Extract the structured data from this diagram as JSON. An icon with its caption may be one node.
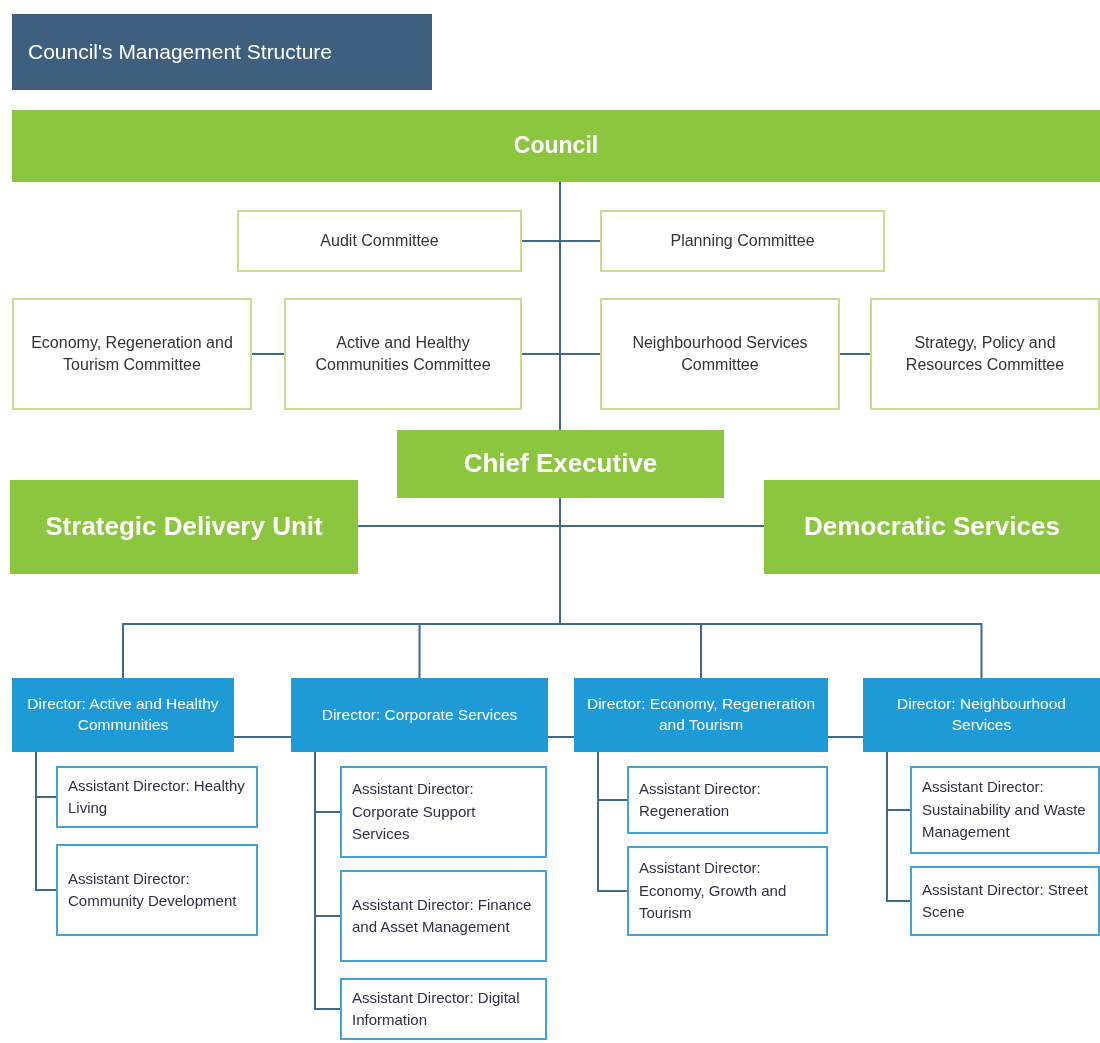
{
  "diagram": {
    "title": "Council's Management Structure",
    "nodes": [
      {
        "text": [
          "Council"
        ]
      },
      {
        "text": [
          "Audit Committee"
        ]
      },
      {
        "text": [
          "Planning Committee"
        ]
      },
      {
        "text": [
          "Economy, Regeneration and Tourism Committee"
        ]
      },
      {
        "text": [
          "Active and Healthy Communities Committee"
        ]
      },
      {
        "text": [
          "Neighbourhood Services Committee"
        ]
      },
      {
        "text": [
          "Strategy, Policy and Resources Committee"
        ]
      },
      {
        "text": [
          "Chief Executive"
        ]
      },
      {
        "text": [
          "Strategic Delivery Unit"
        ]
      },
      {
        "text": [
          "Democratic Services"
        ]
      },
      {
        "text": [
          "Director: Active and Healthy Communities"
        ]
      },
      {
        "text": [
          "Director: Corporate Services"
        ]
      },
      {
        "text": [
          "Director: Economy, Regeneration and Tourism"
        ]
      },
      {
        "text": [
          "Director: Neighbourhood Services"
        ]
      },
      {
        "text": [
          "Assistant Director: Healthy Living"
        ]
      },
      {
        "text": [
          "Assistant Director: Community Development"
        ]
      },
      {
        "text": [
          "Assistant Director: Corporate Support Services"
        ]
      },
      {
        "text": [
          "Assistant Director: Finance and Asset Management"
        ]
      },
      {
        "text": [
          "Assistant Director: Digital Information"
        ]
      },
      {
        "text": [
          "Assistant Director: Regeneration"
        ]
      },
      {
        "text": [
          "Assistant Director: Economy, Growth and Tourism"
        ]
      },
      {
        "text": [
          "Assistant Director: Sustainability and Waste Management"
        ]
      },
      {
        "text": [
          "Assistant Director: Street Scene"
        ]
      }
    ],
    "edges": [
      {
        "from": 0,
        "to": 7,
        "arrow": "none"
      },
      {
        "from": 0,
        "to": 1,
        "arrow": "none"
      },
      {
        "from": 0,
        "to": 2,
        "arrow": "none"
      },
      {
        "from": 0,
        "to": 4,
        "arrow": "none"
      },
      {
        "from": 0,
        "to": 5,
        "arrow": "none"
      },
      {
        "from": 3,
        "to": 4,
        "arrow": "none"
      },
      {
        "from": 5,
        "to": 6,
        "arrow": "none"
      },
      {
        "from": 7,
        "to": 8,
        "arrow": "none"
      },
      {
        "from": 7,
        "to": 9,
        "arrow": "none"
      },
      {
        "from": 7,
        "to": 10,
        "arrow": "none"
      },
      {
        "from": 7,
        "to": 11,
        "arrow": "none"
      },
      {
        "from": 7,
        "to": 12,
        "arrow": "none"
      },
      {
        "from": 7,
        "to": 13,
        "arrow": "none"
      },
      {
        "from": 10,
        "to": 11,
        "arrow": "none"
      },
      {
        "from": 11,
        "to": 12,
        "arrow": "none"
      },
      {
        "from": 12,
        "to": 13,
        "arrow": "none"
      },
      {
        "from": 10,
        "to": 14,
        "arrow": "none"
      },
      {
        "from": 10,
        "to": 15,
        "arrow": "none"
      },
      {
        "from": 11,
        "to": 16,
        "arrow": "none"
      },
      {
        "from": 11,
        "to": 17,
        "arrow": "none"
      },
      {
        "from": 11,
        "to": 18,
        "arrow": "none"
      },
      {
        "from": 12,
        "to": 19,
        "arrow": "none"
      },
      {
        "from": 12,
        "to": 20,
        "arrow": "none"
      },
      {
        "from": 13,
        "to": 21,
        "arrow": "none"
      },
      {
        "from": 13,
        "to": 22,
        "arrow": "none"
      }
    ]
  }
}
